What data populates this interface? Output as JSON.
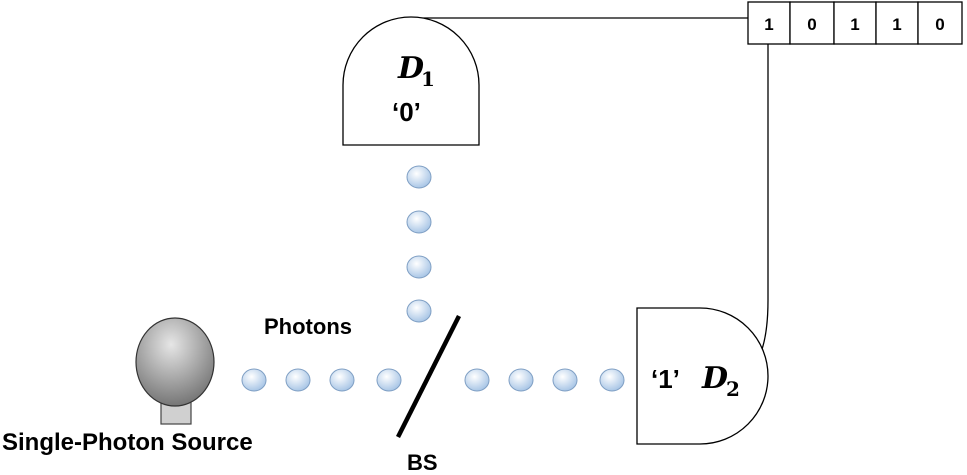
{
  "labels": {
    "source": "Single-Photon Source",
    "photons": "Photons",
    "beam_splitter": "BS"
  },
  "detector_1": {
    "name": "D",
    "subscript": "1",
    "bit_label": "‘0’"
  },
  "detector_2": {
    "name": "D",
    "subscript": "2",
    "bit_label": "‘1’"
  },
  "bit_register": [
    "1",
    "0",
    "1",
    "1",
    "0"
  ],
  "colors": {
    "photon_fill": "#c9dcf0",
    "photon_stroke": "#7f9fc4",
    "source_bulb": "#9a9a9a",
    "source_base": "#d0d0d0",
    "lines": "#000000"
  }
}
